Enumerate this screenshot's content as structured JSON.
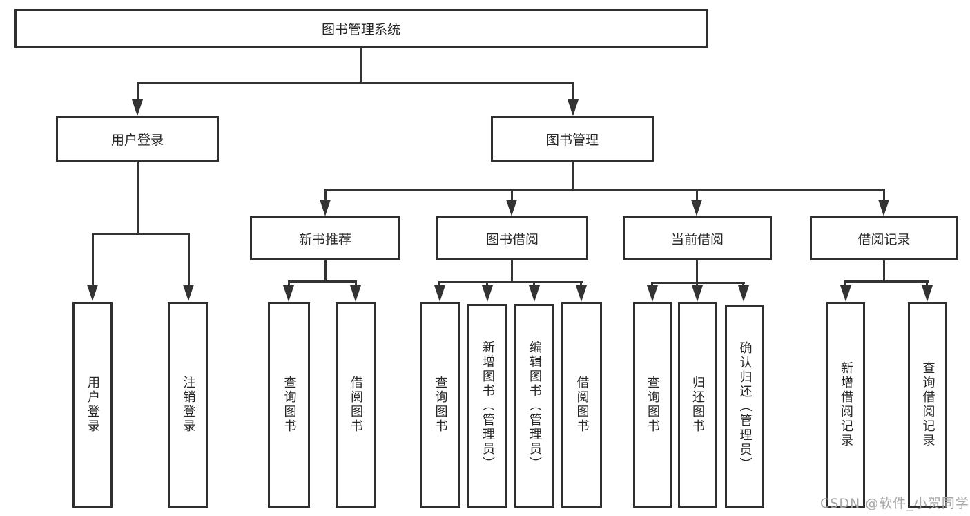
{
  "title": "图书管理系统",
  "watermark": "CSDN @软件_小贺同学",
  "colors": {
    "line": "#333333",
    "box_border": "#2f2f2f",
    "text": "#262626",
    "background": "#ffffff",
    "watermark": "#a6a6a6"
  },
  "tree": {
    "root": {
      "label": "图书管理系统"
    },
    "branches": [
      {
        "label": "用户登录",
        "children": [
          {
            "label": "用户登录"
          },
          {
            "label": "注销登录"
          }
        ]
      },
      {
        "label": "图书管理",
        "sections": [
          {
            "label": "新书推荐",
            "children": [
              {
                "label": "查询图书"
              },
              {
                "label": "借阅图书"
              }
            ]
          },
          {
            "label": "图书借阅",
            "children": [
              {
                "label": "查询图书"
              },
              {
                "label": "新增图书（管理员）"
              },
              {
                "label": "编辑图书（管理员）"
              },
              {
                "label": "借阅图书"
              }
            ]
          },
          {
            "label": "当前借阅",
            "children": [
              {
                "label": "查询图书"
              },
              {
                "label": "归还图书"
              },
              {
                "label": "确认归还（管理员）"
              }
            ]
          },
          {
            "label": "借阅记录",
            "children": [
              {
                "label": "新增借阅记录"
              },
              {
                "label": "查询借阅记录"
              }
            ]
          }
        ]
      }
    ]
  }
}
